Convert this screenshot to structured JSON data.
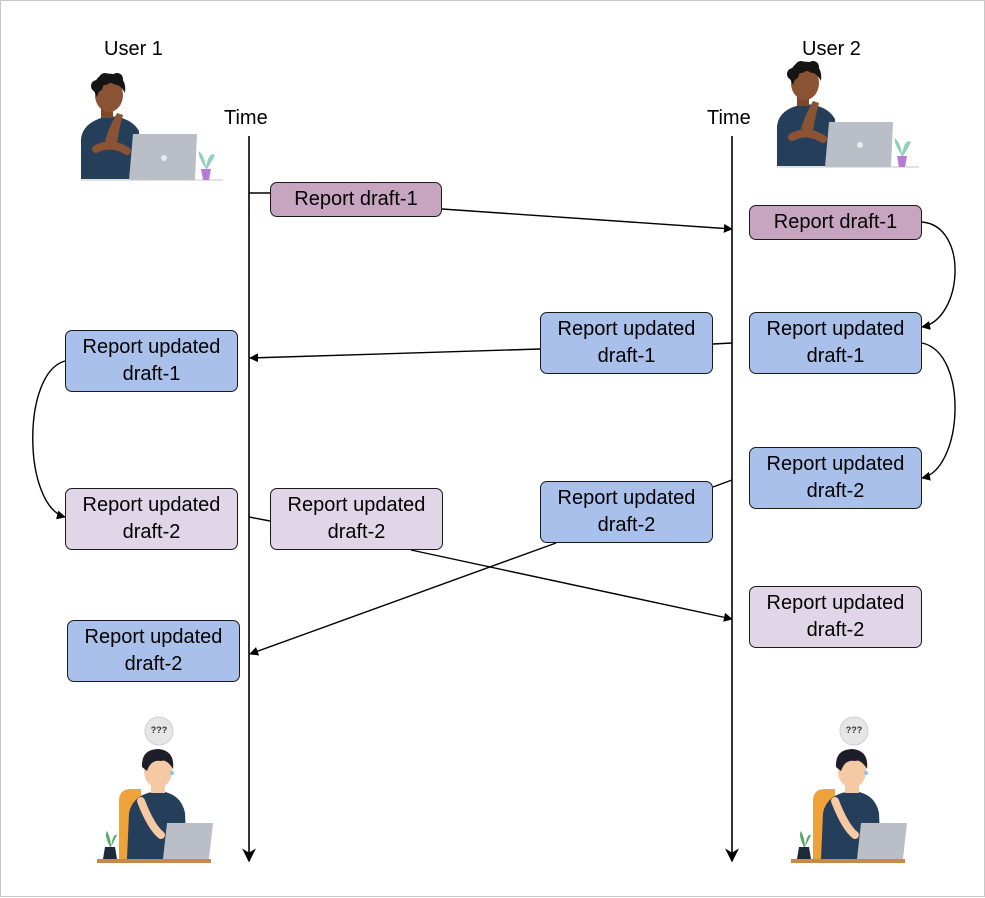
{
  "users": {
    "user1": {
      "label": "User 1"
    },
    "user2": {
      "label": "User 2"
    }
  },
  "timelines": {
    "left": {
      "label": "Time"
    },
    "right": {
      "label": "Time"
    }
  },
  "thought": {
    "text": "???"
  },
  "boxes": {
    "u2_draft1_received": {
      "text": "Report draft-1"
    },
    "u1_draft1_sent": {
      "text": "Report draft-1"
    },
    "u2_updated1": {
      "line1": "Report updated",
      "line2": "draft-1"
    },
    "msg_updated1": {
      "line1": "Report updated",
      "line2": "draft-1"
    },
    "u1_updated1": {
      "line1": "Report updated",
      "line2": "draft-1"
    },
    "u2_updated2": {
      "line1": "Report updated",
      "line2": "draft-2"
    },
    "msg_u2_draft2": {
      "line1": "Report updated",
      "line2": "draft-2"
    },
    "u1_updated2": {
      "line1": "Report updated",
      "line2": "draft-2"
    },
    "msg_u1_draft2": {
      "line1": "Report updated",
      "line2": "draft-2"
    },
    "u1_final": {
      "line1": "Report updated",
      "line2": "draft-2"
    },
    "u2_final": {
      "line1": "Report updated",
      "line2": "draft-2"
    }
  },
  "colors": {
    "purple": "#c7a5c1",
    "blue": "#a9c0ea",
    "lavender": "#e1d6e8",
    "shirt": "#253f5b",
    "laptop": "#b9bec7",
    "chair": "#f0a23a",
    "plant": "#5aa96a"
  }
}
